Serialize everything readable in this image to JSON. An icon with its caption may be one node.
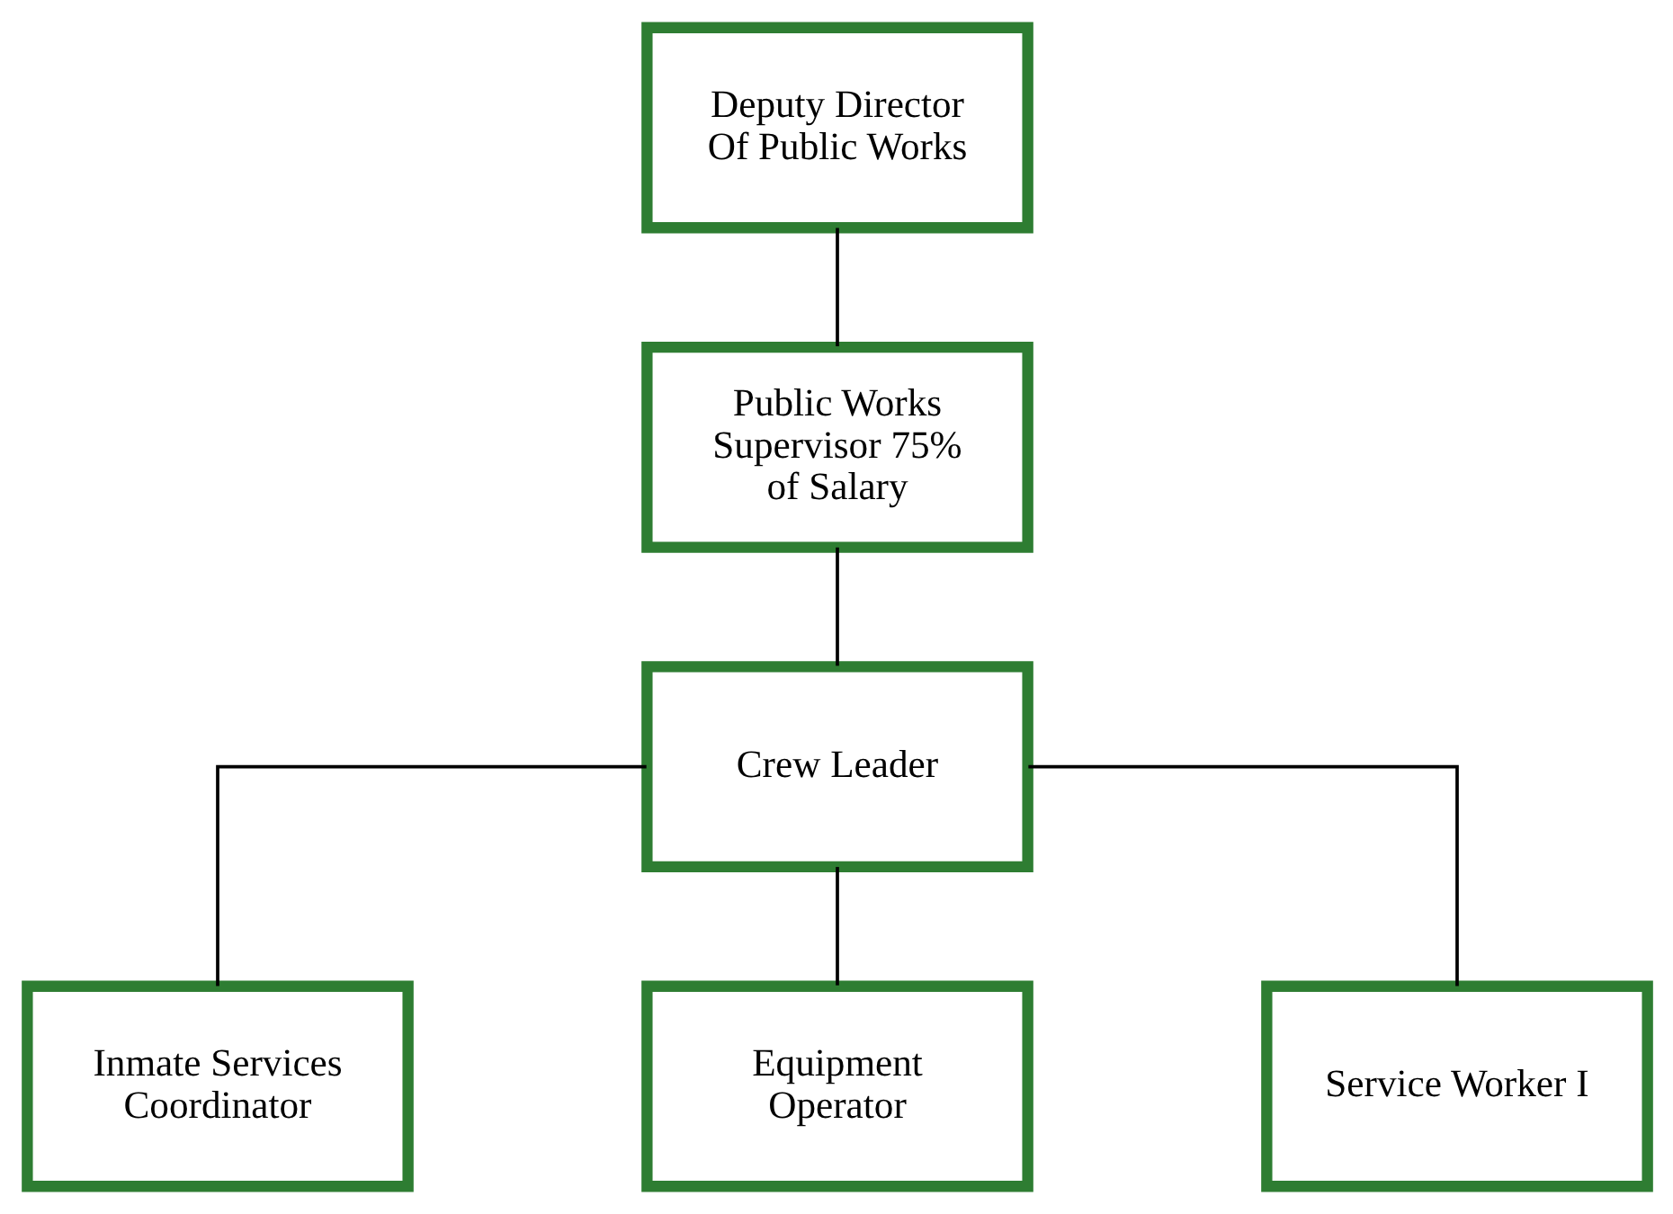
{
  "diagram": {
    "nodes": [
      {
        "text": [
          "Deputy Director Of Public Works"
        ]
      },
      {
        "text": [
          "Public Works Supervisor 75% of Salary"
        ]
      },
      {
        "text": [
          "Crew Leader"
        ]
      },
      {
        "text": [
          "Inmate Services Coordinator"
        ]
      },
      {
        "text": [
          "Equipment Operator"
        ]
      },
      {
        "text": [
          "Service Worker I"
        ]
      }
    ],
    "edges": [
      {
        "from": 0,
        "to": 1,
        "arrow": "none"
      },
      {
        "from": 1,
        "to": 2,
        "arrow": "none"
      },
      {
        "from": 2,
        "to": 3,
        "arrow": "none"
      },
      {
        "from": 2,
        "to": 4,
        "arrow": "none"
      },
      {
        "from": 2,
        "to": 5,
        "arrow": "none"
      }
    ]
  }
}
